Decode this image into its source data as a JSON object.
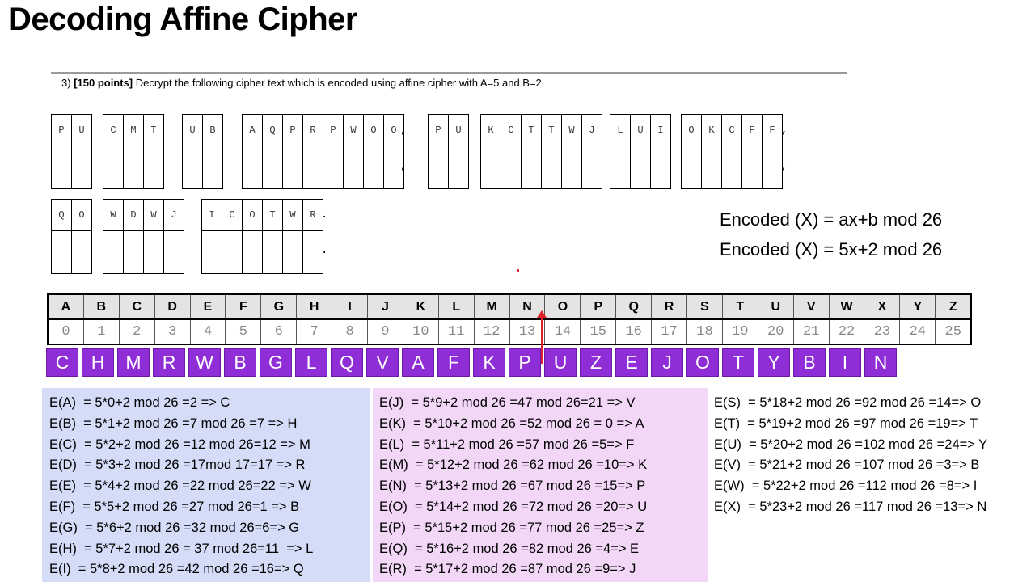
{
  "title": "Decoding Affine Cipher",
  "question": {
    "number": "3)",
    "points": "[150 points]",
    "text": " Decrypt the following cipher text which is encoded using affine cipher with A=5 and B=2."
  },
  "cipher_words": [
    {
      "letters": [
        "P",
        "U"
      ]
    },
    {
      "letters": [
        "C",
        "M",
        "T"
      ]
    },
    {
      "letters": [
        "U",
        "B"
      ]
    },
    {
      "letters": [
        "A",
        "Q",
        "P",
        "R",
        "P",
        "W",
        "O",
        "O"
      ],
      "punct": ","
    },
    {
      "letters": [
        "P",
        "U"
      ]
    },
    {
      "letters": [
        "K",
        "C",
        "T",
        "T",
        "W",
        "J"
      ]
    },
    {
      "letters": [
        "L",
        "U",
        "I"
      ]
    },
    {
      "letters": [
        "O",
        "K",
        "C",
        "F",
        "F"
      ],
      "punct": ","
    },
    {
      "letters": [
        "Q",
        "O"
      ]
    },
    {
      "letters": [
        "W",
        "D",
        "W",
        "J"
      ]
    },
    {
      "letters": [
        "I",
        "C",
        "O",
        "T",
        "W",
        "R"
      ],
      "punct": "."
    }
  ],
  "formulas": {
    "general": "Encoded (X) = ax+b mod 26",
    "specific": "Encoded (X) = 5x+2 mod 26"
  },
  "alphabet": [
    "A",
    "B",
    "C",
    "D",
    "E",
    "F",
    "G",
    "H",
    "I",
    "J",
    "K",
    "L",
    "M",
    "N",
    "O",
    "P",
    "Q",
    "R",
    "S",
    "T",
    "U",
    "V",
    "W",
    "X",
    "Y",
    "Z"
  ],
  "numbers": [
    "0",
    "1",
    "2",
    "3",
    "4",
    "5",
    "6",
    "7",
    "8",
    "9",
    "10",
    "11",
    "12",
    "13",
    "14",
    "15",
    "16",
    "17",
    "18",
    "19",
    "20",
    "21",
    "22",
    "23",
    "24",
    "25"
  ],
  "cipher_alphabet": [
    "C",
    "H",
    "M",
    "R",
    "W",
    "B",
    "G",
    "L",
    "Q",
    "V",
    "A",
    "F",
    "K",
    "P",
    "U",
    "Z",
    "E",
    "J",
    "O",
    "T",
    "Y",
    "B",
    "I",
    "N"
  ],
  "equations": {
    "col1": [
      "E(A)  = 5*0+2 mod 26 =2 => C",
      "E(B)  = 5*1+2 mod 26 =7 mod 26 =7 => H",
      "E(C)  = 5*2+2 mod 26 =12 mod 26=12 => M",
      "E(D)  = 5*3+2 mod 26 =17mod 17=17 => R",
      "E(E)  = 5*4+2 mod 26 =22 mod 26=22 => W",
      "E(F)  = 5*5+2 mod 26 =27 mod 26=1 => B",
      "E(G)  = 5*6+2 mod 26 =32 mod 26=6=> G",
      "E(H)  = 5*7+2 mod 26 = 37 mod 26=11  => L",
      "E(I)  = 5*8+2 mod 26 =42 mod 26 =16=> Q"
    ],
    "col2": [
      "E(J)  = 5*9+2 mod 26 =47 mod 26=21 => V",
      "E(K)  = 5*10+2 mod 26 =52 mod 26 = 0 => A",
      "E(L)  = 5*11+2 mod 26 =57 mod 26 =5=> F",
      "E(M)  = 5*12+2 mod 26 =62 mod 26 =10=> K",
      "E(N)  = 5*13+2 mod 26 =67 mod 26 =15=> P",
      "E(O)  = 5*14+2 mod 26 =72 mod 26 =20=> U",
      "E(P)  = 5*15+2 mod 26 =77 mod 26 =25=> Z",
      "E(Q)  = 5*16+2 mod 26 =82 mod 26 =4=> E",
      "E(R)  = 5*17+2 mod 26 =87 mod 26 =9=> J"
    ],
    "col3": [
      "E(S)  = 5*18+2 mod 26 =92 mod 26 =14=> O",
      "E(T)  = 5*19+2 mod 26 =97 mod 26 =19=> T",
      "E(U)  = 5*20+2 mod 26 =102 mod 26 =24=> Y",
      "E(V)  = 5*21+2 mod 26 =107 mod 26 =3=> B",
      "E(W)  = 5*22+2 mod 26 =112 mod 26 =8=> I",
      "E(X)  = 5*23+2 mod 26 =117 mod 26 =13=> N"
    ]
  },
  "colors": {
    "cipher_fill": "#8f2ed6",
    "panel_blue": "#d4dcf7",
    "panel_pink": "#f2d7f7",
    "arrow": "#e0202a"
  }
}
